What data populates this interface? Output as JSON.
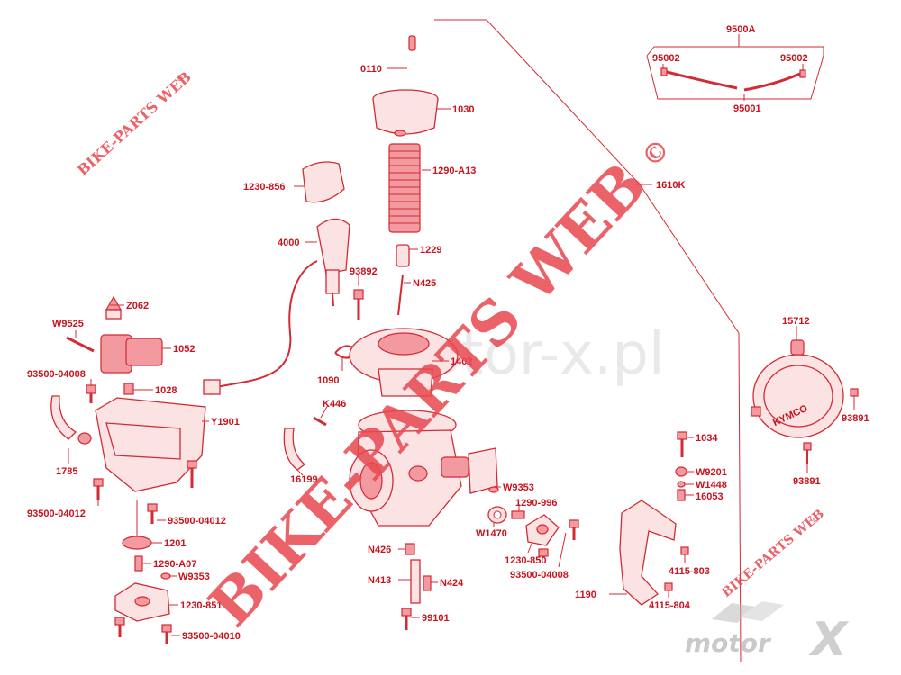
{
  "diagram": {
    "labels": {
      "p0110": "0110",
      "p1030": "1030",
      "p1290a13": "1290-A13",
      "p1229": "1229",
      "pn425": "N425",
      "p1230_856": "1230-856",
      "p4000": "4000",
      "p93892": "93892",
      "pz062": "Z062",
      "pw9525": "W9525",
      "p1052": "1052",
      "p93500_04008a": "93500-04008",
      "p1028": "1028",
      "py1901": "Y1901",
      "p1785": "1785",
      "p93500_04012a": "93500-04012",
      "p93500_04012b": "93500-04012",
      "p1201": "1201",
      "p1290a07": "1290-A07",
      "pw9353a": "W9353",
      "p1230_851": "1230-851",
      "p93500_04010": "93500-04010",
      "p1090": "1090",
      "pk446": "K446",
      "p16199": "16199",
      "p1402": "1402",
      "pw9353b": "W9353",
      "p1290_996": "1290-996",
      "pw1470": "W1470",
      "p1230_850": "1230-850",
      "p93500_04008b": "93500-04008",
      "pn426": "N426",
      "pn413": "N413",
      "pn424": "N424",
      "p99101": "99101",
      "p9500a": "9500A",
      "p95002a": "95002",
      "p95002b": "95002",
      "p95001": "95001",
      "p1610k": "1610K",
      "p15712": "15712",
      "p93891a": "93891",
      "p93891b": "93891",
      "p1034": "1034",
      "pw9201": "W9201",
      "pw1448": "W1448",
      "p16053": "16053",
      "p4115_803": "4115-803",
      "p4115_804": "4115-804",
      "p1190": "1190"
    },
    "kymco_text": "KYMCO"
  },
  "watermarks": {
    "big": "BIKE-PARTS WEB",
    "copyright": "©",
    "small_top": "BIKE-PARTS WEB",
    "small_top_mark": "©",
    "small_right": "BIKE-PARTS WEB",
    "small_right_mark": "©",
    "ghost": "motor-x.pl",
    "logo_motor": "motor",
    "logo_x": "X"
  },
  "colors": {
    "line": "#d42a33",
    "label": "#c8141e",
    "watermark": "#e8484f"
  }
}
